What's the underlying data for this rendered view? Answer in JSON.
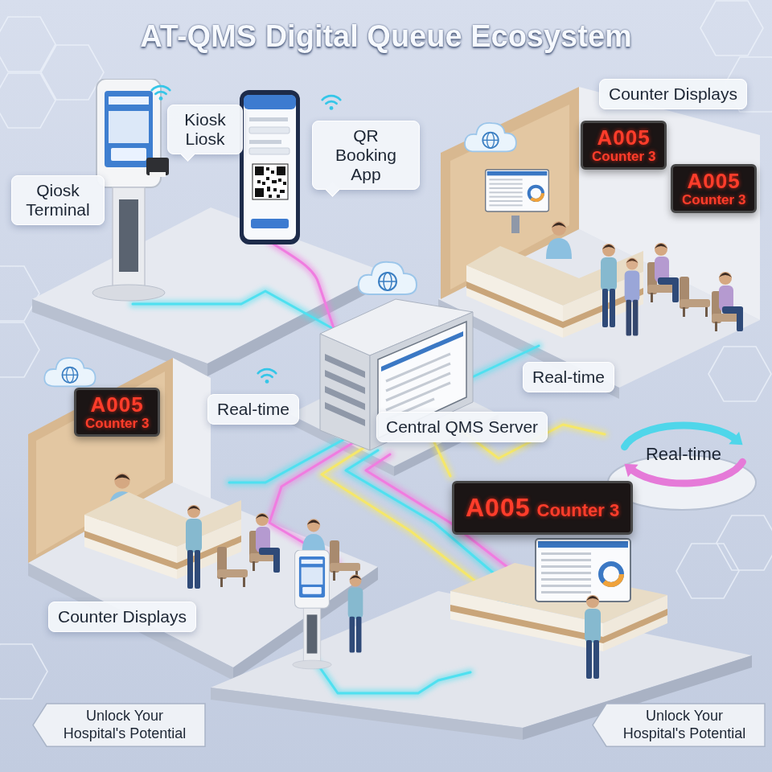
{
  "diagram": {
    "title": "AT-QMS Digital Queue Ecosystem",
    "nodes": [
      {
        "text": [
          "Kiosk Liosk"
        ]
      },
      {
        "text": [
          "Qiosk Terminal"
        ]
      },
      {
        "text": [
          "QR Booking App"
        ]
      },
      {
        "text": [
          "Counter Displays"
        ]
      },
      {
        "text": [
          "A005",
          "Counter 3"
        ]
      },
      {
        "text": [
          "A005",
          "Counter 3"
        ]
      },
      {
        "text": [
          "A005",
          "Counter 3"
        ]
      },
      {
        "text": [
          "Real-time"
        ]
      },
      {
        "text": [
          "Central QMS Server"
        ]
      },
      {
        "text": [
          "Real-time"
        ]
      },
      {
        "text": [
          "Real-time"
        ]
      },
      {
        "text": [
          "A005",
          "Counter 3"
        ]
      },
      {
        "text": [
          "Counter Displays"
        ]
      },
      {
        "text": [
          "Unlock Your Hospital's Potential"
        ]
      },
      {
        "text": [
          "Unlock Your Hospital's Potential"
        ]
      }
    ]
  }
}
